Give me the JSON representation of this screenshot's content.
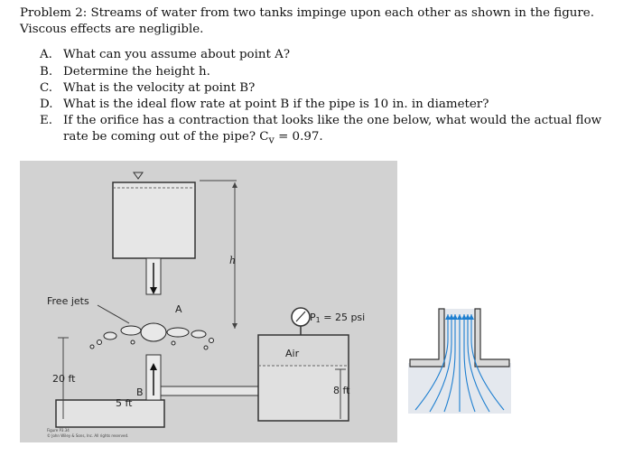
{
  "problem": {
    "title": "Problem 2: Streams of water from two tanks impinge upon each other as shown in the figure.",
    "subtitle": "Viscous effects are negligible.",
    "questions": [
      {
        "letter": "A.",
        "text": "What can you assume about point A?"
      },
      {
        "letter": "B.",
        "text": "Determine the height h."
      },
      {
        "letter": "C.",
        "text": "What is the velocity at point B?"
      },
      {
        "letter": "D.",
        "text": "What is the ideal flow rate at point B if the pipe is 10 in. in diameter?"
      },
      {
        "letter": "E.",
        "text": "If the orifice has a contraction that looks like the one below, what would the actual flow rate be coming out of the pipe? C",
        "sub": "v",
        "tail": " = 0.97."
      }
    ]
  },
  "figure": {
    "free_jets": "Free jets",
    "point_a": "A",
    "point_b": "B",
    "height": "h",
    "pressure": "P",
    "pressure_sub": "1",
    "pressure_value": " = 25 psi",
    "air": "Air",
    "dim_20": "20 ft",
    "dim_8": "8 ft",
    "dim_5": "5 ft",
    "caption_1": "Figure P3.34",
    "caption_2": "© John Wiley & Sons, Inc. All rights reserved."
  },
  "colors": {
    "flow": "#1e7fd0",
    "water_fill": "#e4e8ee",
    "wall": "#333333"
  }
}
